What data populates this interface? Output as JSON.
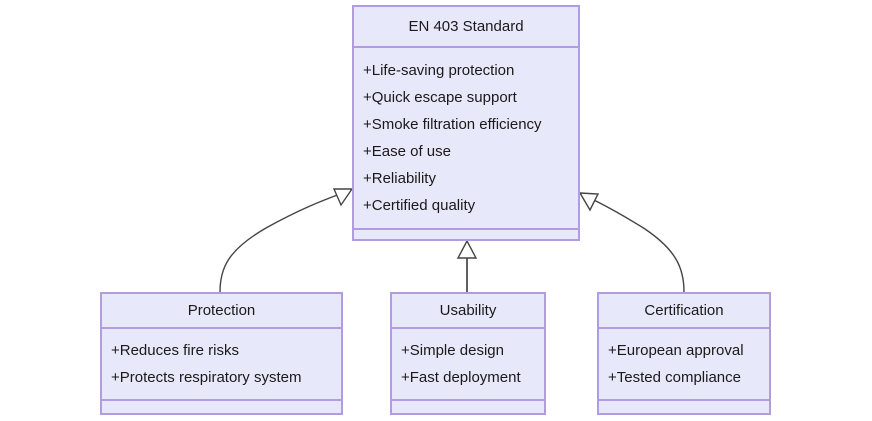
{
  "diagram": {
    "kind": "uml-class-diagram",
    "background_color": "#ffffff",
    "class_fill_color": "#e8e8fb",
    "class_border_color": "#b19cdf",
    "text_color": "#1a1a1a",
    "edge_color": "#444444"
  },
  "classes": {
    "en403": {
      "name": "EN 403 Standard",
      "attributes": [
        "+Life-saving protection",
        "+Quick escape support",
        "+Smoke filtration efficiency",
        "+Ease of use",
        "+Reliability",
        "+Certified quality"
      ],
      "operations": []
    },
    "protection": {
      "name": "Protection",
      "attributes": [
        "+Reduces fire risks",
        "+Protects respiratory system"
      ],
      "operations": []
    },
    "usability": {
      "name": "Usability",
      "attributes": [
        "+Simple design",
        "+Fast deployment"
      ],
      "operations": []
    },
    "certification": {
      "name": "Certification",
      "attributes": [
        "+European approval",
        "+Tested compliance"
      ],
      "operations": []
    }
  },
  "relationships": [
    {
      "type": "generalization",
      "from": "protection",
      "to": "en403",
      "arrowhead": "hollow-triangle",
      "routing": "curved"
    },
    {
      "type": "generalization",
      "from": "usability",
      "to": "en403",
      "arrowhead": "hollow-triangle",
      "routing": "straight"
    },
    {
      "type": "generalization",
      "from": "certification",
      "to": "en403",
      "arrowhead": "hollow-triangle",
      "routing": "curved"
    }
  ]
}
